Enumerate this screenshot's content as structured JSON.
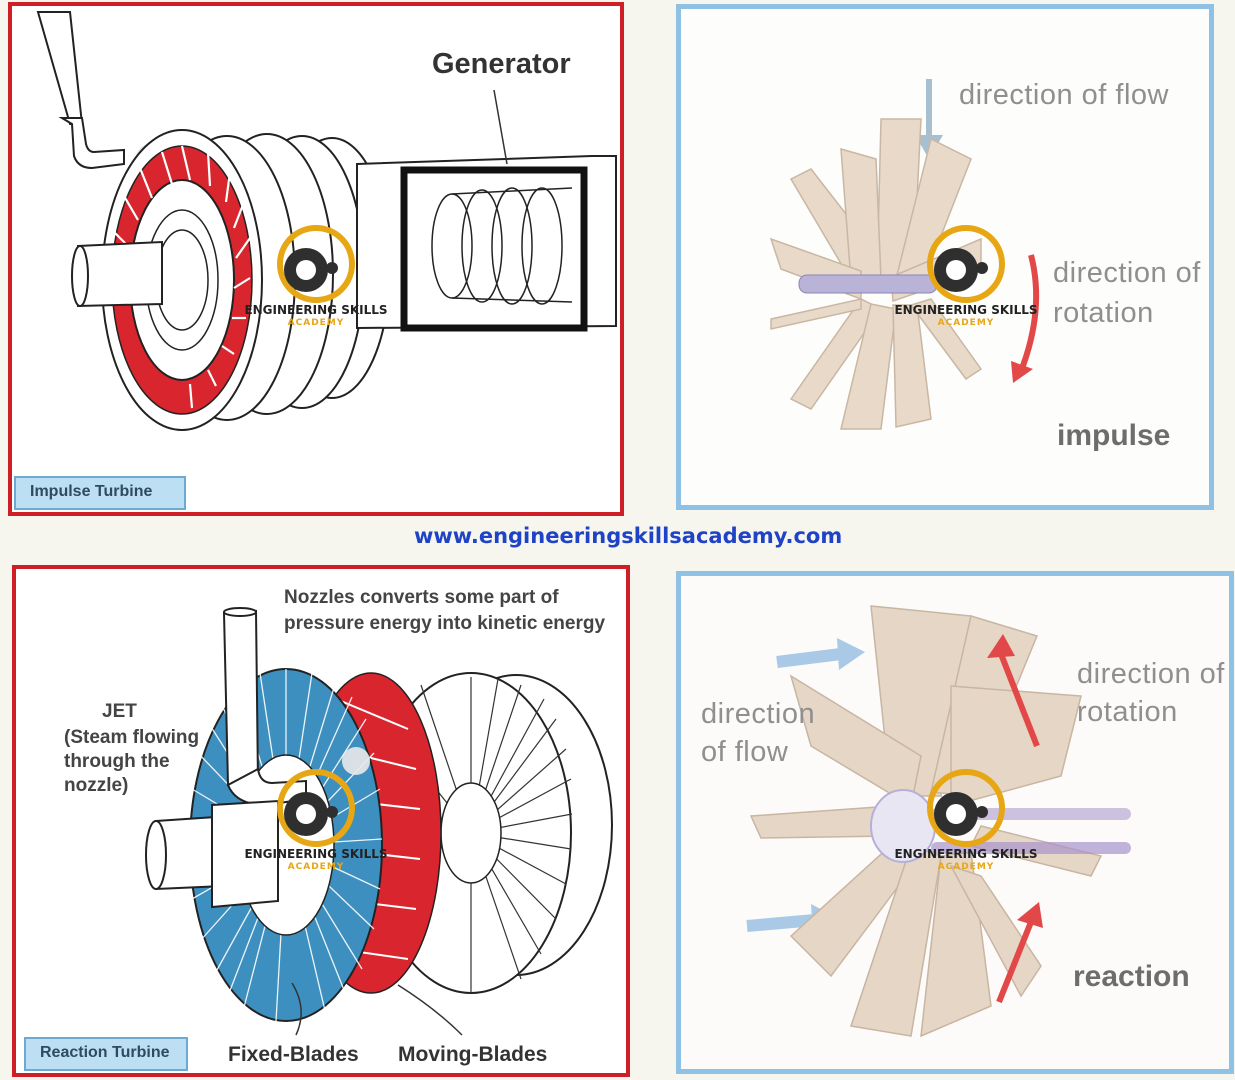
{
  "panels": {
    "impulse_turbine": {
      "generator_label": "Generator",
      "caption": "Impulse Turbine"
    },
    "impulse_diagram": {
      "flow_label": "direction of flow",
      "rotation_label_line1": "direction of",
      "rotation_label_line2": "rotation",
      "type_label": "impulse"
    },
    "reaction_turbine": {
      "nozzle_note_line1": "Nozzles converts some part of",
      "nozzle_note_line2": "pressure energy into kinetic energy",
      "jet_title": "JET",
      "jet_line1": "(Steam flowing",
      "jet_line2": "through the",
      "jet_line3": "nozzle)",
      "fixed_blades_label": "Fixed-Blades",
      "moving_blades_label": "Moving-Blades",
      "caption": "Reaction Turbine"
    },
    "reaction_diagram": {
      "flow_label_line1": "direction",
      "flow_label_line2": "of flow",
      "rotation_label_line1": "direction of",
      "rotation_label_line2": "rotation",
      "type_label": "reaction"
    }
  },
  "watermark": {
    "line1": "ENGINEERING SKILLS",
    "line2": "ACADEMY"
  },
  "website": "www.engineeringskillsacademy.com",
  "colors": {
    "panel_border_red": "#cf1f26",
    "panel_border_blue": "#8fc1e5",
    "moving_blades": "#d9262e",
    "fixed_blades": "#3d8fbf",
    "url": "#1f43c6",
    "logo_orange": "#e7a614"
  }
}
